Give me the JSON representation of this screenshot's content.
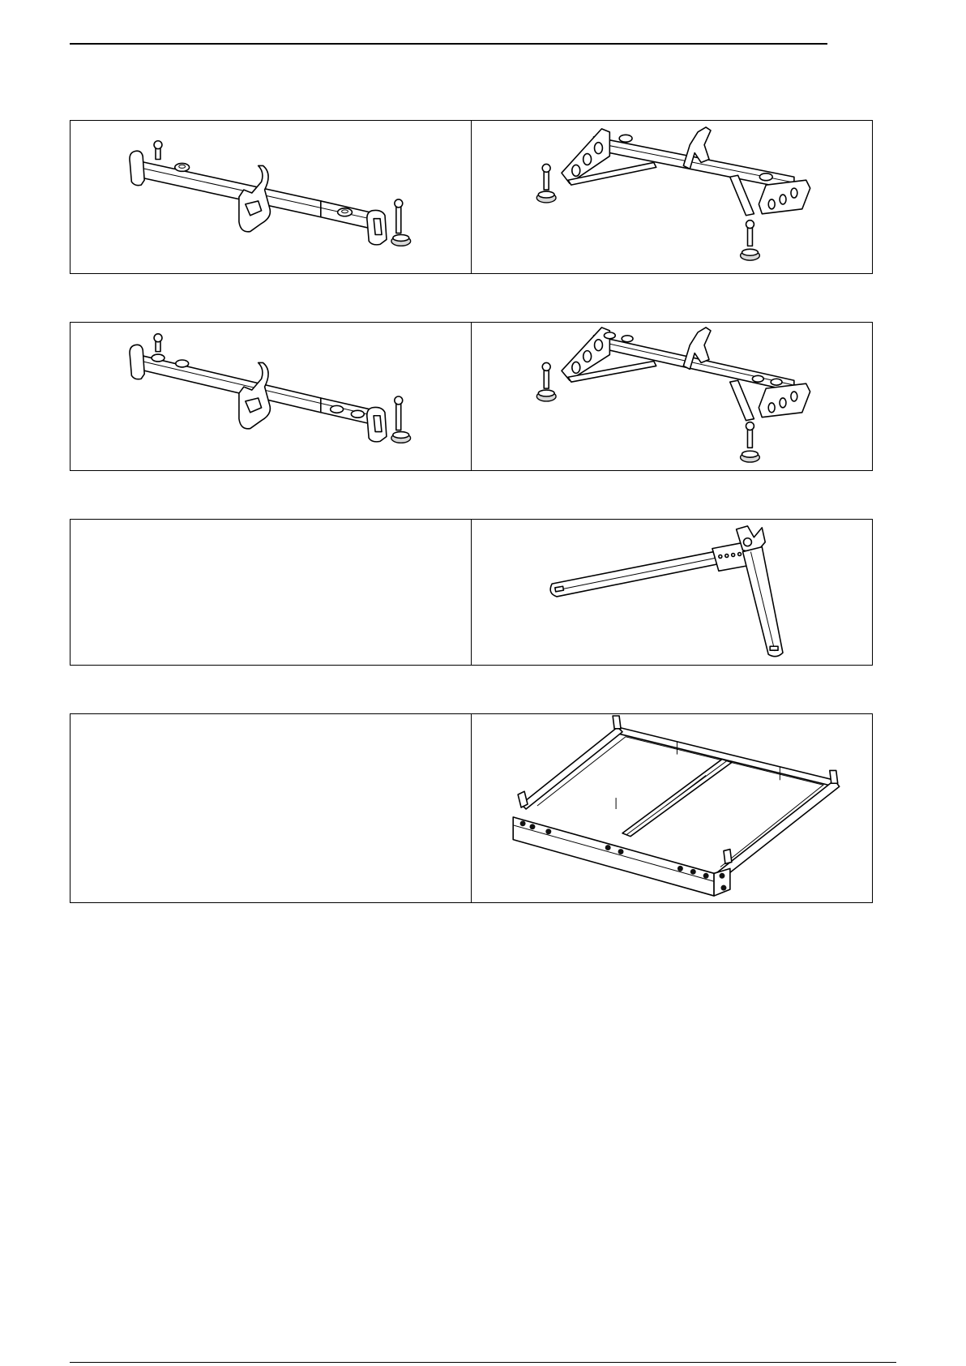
{
  "page": {
    "number": ""
  },
  "rows": [
    {
      "id": "row-1",
      "left_image": "bar-bracket",
      "right_image": "frame-bracket"
    },
    {
      "id": "row-2",
      "left_image": "bar-bracket-extended",
      "right_image": "frame-bracket-extended"
    },
    {
      "id": "row-3",
      "left_image": "",
      "right_image": "stand-base-legs"
    },
    {
      "id": "row-4",
      "left_image": "",
      "right_image": "rigging-frame"
    }
  ]
}
